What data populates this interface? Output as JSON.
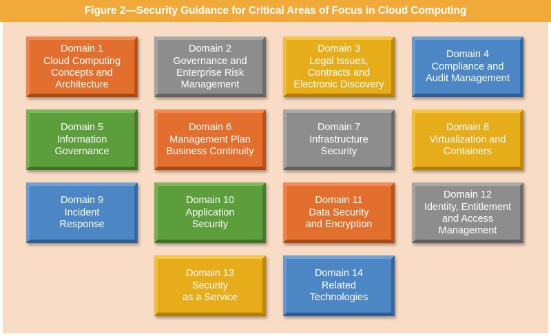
{
  "header": {
    "title": "Figure 2—Security Guidance for Critical Areas of Focus in Cloud Computing"
  },
  "domains": [
    {
      "title": "Domain 1",
      "desc": "Cloud Computing\nConcepts and\nArchitecture",
      "color": "orange"
    },
    {
      "title": "Domain 2",
      "desc": "Governance and\nEnterprise Risk\nManagement",
      "color": "gray"
    },
    {
      "title": "Domain 3",
      "desc": "Legal Issues,\nContracts and\nElectronic Discovery",
      "color": "yellow"
    },
    {
      "title": "Domain 4",
      "desc": "Compliance and\nAudit Management",
      "color": "blue"
    },
    {
      "title": "Domain 5",
      "desc": "Information\nGovernance",
      "color": "green"
    },
    {
      "title": "Domain 6",
      "desc": "Management Plan\nBusiness Continuity",
      "color": "orange"
    },
    {
      "title": "Domain 7",
      "desc": "Infrastructure\nSecurity",
      "color": "gray"
    },
    {
      "title": "Domain 8",
      "desc": "Virtualization and\nContainers",
      "color": "yellow"
    },
    {
      "title": "Domain 9",
      "desc": "Incident\nResponse",
      "color": "blue"
    },
    {
      "title": "Domain 10",
      "desc": "Application\nSecurity",
      "color": "green"
    },
    {
      "title": "Domain 11",
      "desc": "Data Security\nand Encryption",
      "color": "orange"
    },
    {
      "title": "Domain 12",
      "desc": "Identity, Entitlement\nand Access\nManagement",
      "color": "gray"
    },
    {
      "title": "Domain 13",
      "desc": "Security\nas a Service",
      "color": "yellow"
    },
    {
      "title": "Domain 14",
      "desc": "Related\nTechnologies",
      "color": "blue"
    }
  ]
}
